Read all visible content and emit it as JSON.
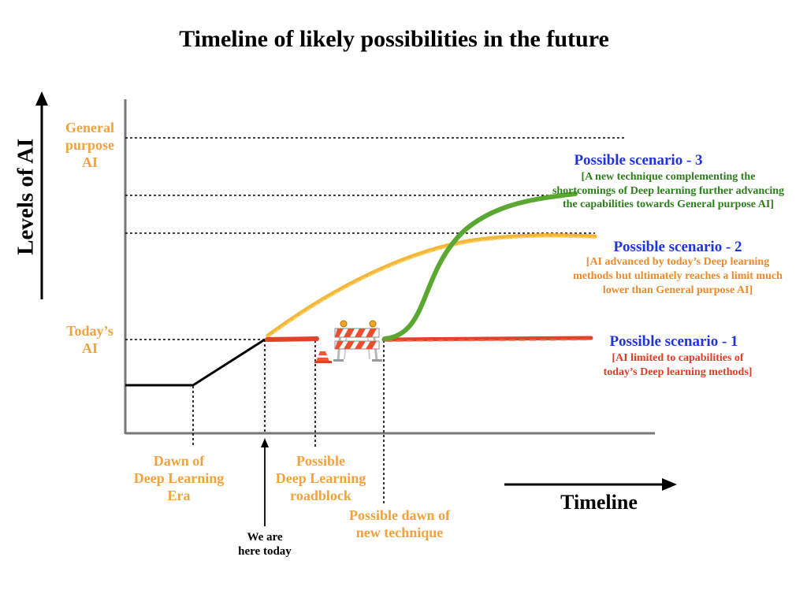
{
  "title": "Timeline of likely possibilities in the future",
  "y_axis_label": "Levels of AI",
  "x_axis_label": "Timeline",
  "levels": {
    "general_line1": "General",
    "general_line2": "purpose",
    "general_line3": "AI",
    "today_line1": "Today’s",
    "today_line2": "AI"
  },
  "milestones": {
    "dawn": [
      "Dawn of",
      "Deep Learning",
      "Era"
    ],
    "roadblock": [
      "Possible",
      "Deep Learning",
      "roadblock"
    ],
    "new_technique": [
      "Possible dawn of",
      "new technique"
    ],
    "here": [
      "We are",
      "here today"
    ]
  },
  "scenarios": {
    "s3": {
      "heading": "Possible scenario - 3",
      "desc": [
        "[A new technique complementing the",
        "shortcomings of Deep learning further advancing",
        "the capabilities towards General purpose AI]"
      ],
      "color": "#5aa832"
    },
    "s2": {
      "heading": "Possible scenario - 2",
      "desc": [
        "[AI advanced by today’s Deep learning",
        "methods but ultimately reaches a limit much",
        "lower than General purpose AI]"
      ],
      "color": "#efbf3a"
    },
    "s1": {
      "heading": "Possible scenario - 1",
      "desc": [
        "[AI limited to capabilities of",
        "today’s Deep learning methods]"
      ],
      "color": "#e0432a"
    }
  },
  "colors": {
    "label_orange": "#f0a23e",
    "scenario_heading_blue": "#2034d8",
    "scenario3_text": "#2d7d1d",
    "scenario2_text": "#ea8a2c",
    "scenario1_text": "#e23b25",
    "axis": "#777777"
  },
  "icons": [
    "roadblock-barrier-icon",
    "traffic-cone-icon"
  ]
}
